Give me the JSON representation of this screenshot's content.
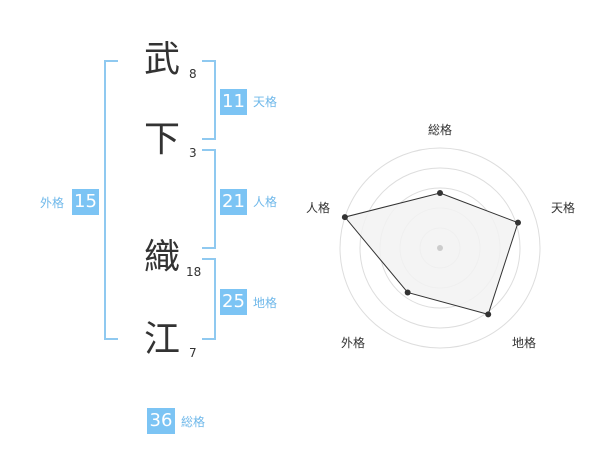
{
  "name": {
    "chars": [
      {
        "char": "武",
        "strokes": "8"
      },
      {
        "char": "下",
        "strokes": "3"
      },
      {
        "char": "織",
        "strokes": "18"
      },
      {
        "char": "江",
        "strokes": "7"
      }
    ]
  },
  "kakaku": {
    "tenkaku": {
      "value": "11",
      "label": "天格"
    },
    "jinkaku": {
      "value": "21",
      "label": "人格"
    },
    "chikaku": {
      "value": "25",
      "label": "地格"
    },
    "gaikaku": {
      "value": "15",
      "label": "外格"
    },
    "soukaku": {
      "value": "36",
      "label": "総格"
    }
  },
  "radar": {
    "labels": [
      "総格",
      "天格",
      "地格",
      "外格",
      "人格"
    ],
    "levels": [
      0.55,
      0.82,
      0.82,
      0.55,
      1.0
    ],
    "colors": {
      "fill": "#f2f2f2",
      "stroke": "#333333",
      "ring": "#dddddd",
      "center": "#cccccc"
    }
  },
  "colors": {
    "accent": "#7cc4f4",
    "bracket": "#8fc9f0",
    "label": "#6fb8ea"
  }
}
